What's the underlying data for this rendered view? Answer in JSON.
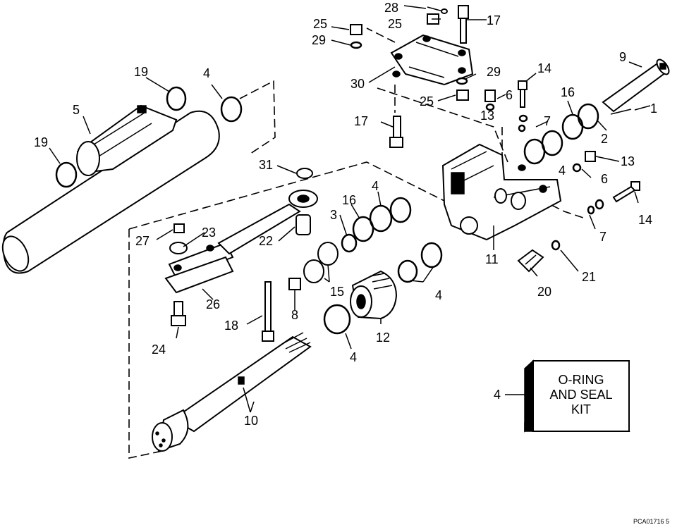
{
  "diagram": {
    "callouts": [
      "28",
      "25",
      "17",
      "25",
      "29",
      "9",
      "30",
      "29",
      "14",
      "19",
      "4",
      "5",
      "25",
      "13",
      "6",
      "16",
      "1",
      "17",
      "7",
      "2",
      "19",
      "13",
      "31",
      "4",
      "6",
      "16",
      "4",
      "3",
      "14",
      "27",
      "23",
      "22",
      "7",
      "11",
      "15",
      "4",
      "21",
      "8",
      "20",
      "26",
      "18",
      "12",
      "24",
      "4",
      "10",
      "4"
    ],
    "kit_box": {
      "callout": "4",
      "lines": [
        "O-RING",
        "AND SEAL",
        "KIT"
      ]
    },
    "code": "PCA01716  5"
  }
}
